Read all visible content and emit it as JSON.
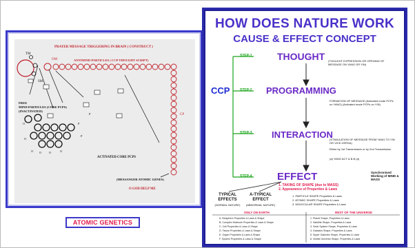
{
  "left_diagram": {
    "header": "PRAYER MESSAGE TRIGGERING IN BRAIN ( CONSTRUCT )",
    "label_tm": "TM",
    "label_om": "OM",
    "label_sm": "SM",
    "label_antimind": "ANTIMIND PARTICLES ( CCP THOUGHT SCRIPT)",
    "label_free": "FREE",
    "label_mind": "MIND PARTICLES (CORE PCPS)",
    "label_inactivated": "(INACTIVATED)",
    "label_cp": "CP",
    "label_activated": "ACTIVATED CORE PCPS",
    "label_messenger": "(MESSANGER ATOMIC GENES)",
    "label_prayer": "O GOD HELP ME",
    "caption": "ATOMIC GENETICS"
  },
  "right_diagram": {
    "title": "HOW DOES NATURE WORK",
    "subtitle": "CAUSE & EFFECT CONCEPT",
    "side_label": "CCP",
    "step1": "STEP-1",
    "step2": "STEP-2",
    "step3": "STEP-3",
    "step4": "STEP-4",
    "thought": "THOUGHT",
    "thought_note": "(THOUGHT EXPRESSION OR OPENING OF MESSAGE ON YANG OR YIN)",
    "programming": "PROGRAMMING",
    "programming_note": "FORMATION OF MESSAGE (Activated mode PCPs on YANG) (Activated mode PCPs on YIN)",
    "interaction": "INTERACTION",
    "interaction_note": "(STIMULATION OF MESSAGE FROM YANG TO YIN OR VICE-VERSA)",
    "interaction_note2": "Either by 1st Transmission or by 2nd Transmission",
    "effect": "EFFECT",
    "effect_note": "(a) YANG ACT & B.B (a)",
    "effect_1": "1. TAKING OF SHAPE (due to MASS)",
    "effect_2": "2. Appearance of Properties & Laws",
    "sync": "Synchronised Working of MIND & MASS",
    "shape1": "1. PARTICLE SHAPE Properties & Laws",
    "shape2": "2. ATOMIC SHAPE Properties & Laws",
    "shape3": "3. MOLECULAR SHAPE Properties & Laws",
    "typical": "TYPICAL EFFECTS",
    "typical_sub": "(NORMAL NATURE)",
    "atypical": "A-TYPICAL EFFECT",
    "atypical_sub": "(ABNORMAL NATURE)",
    "earth_head": "ONLY ON EARTH",
    "universe_head": "REST OF THE UNIVERSE"
  }
}
